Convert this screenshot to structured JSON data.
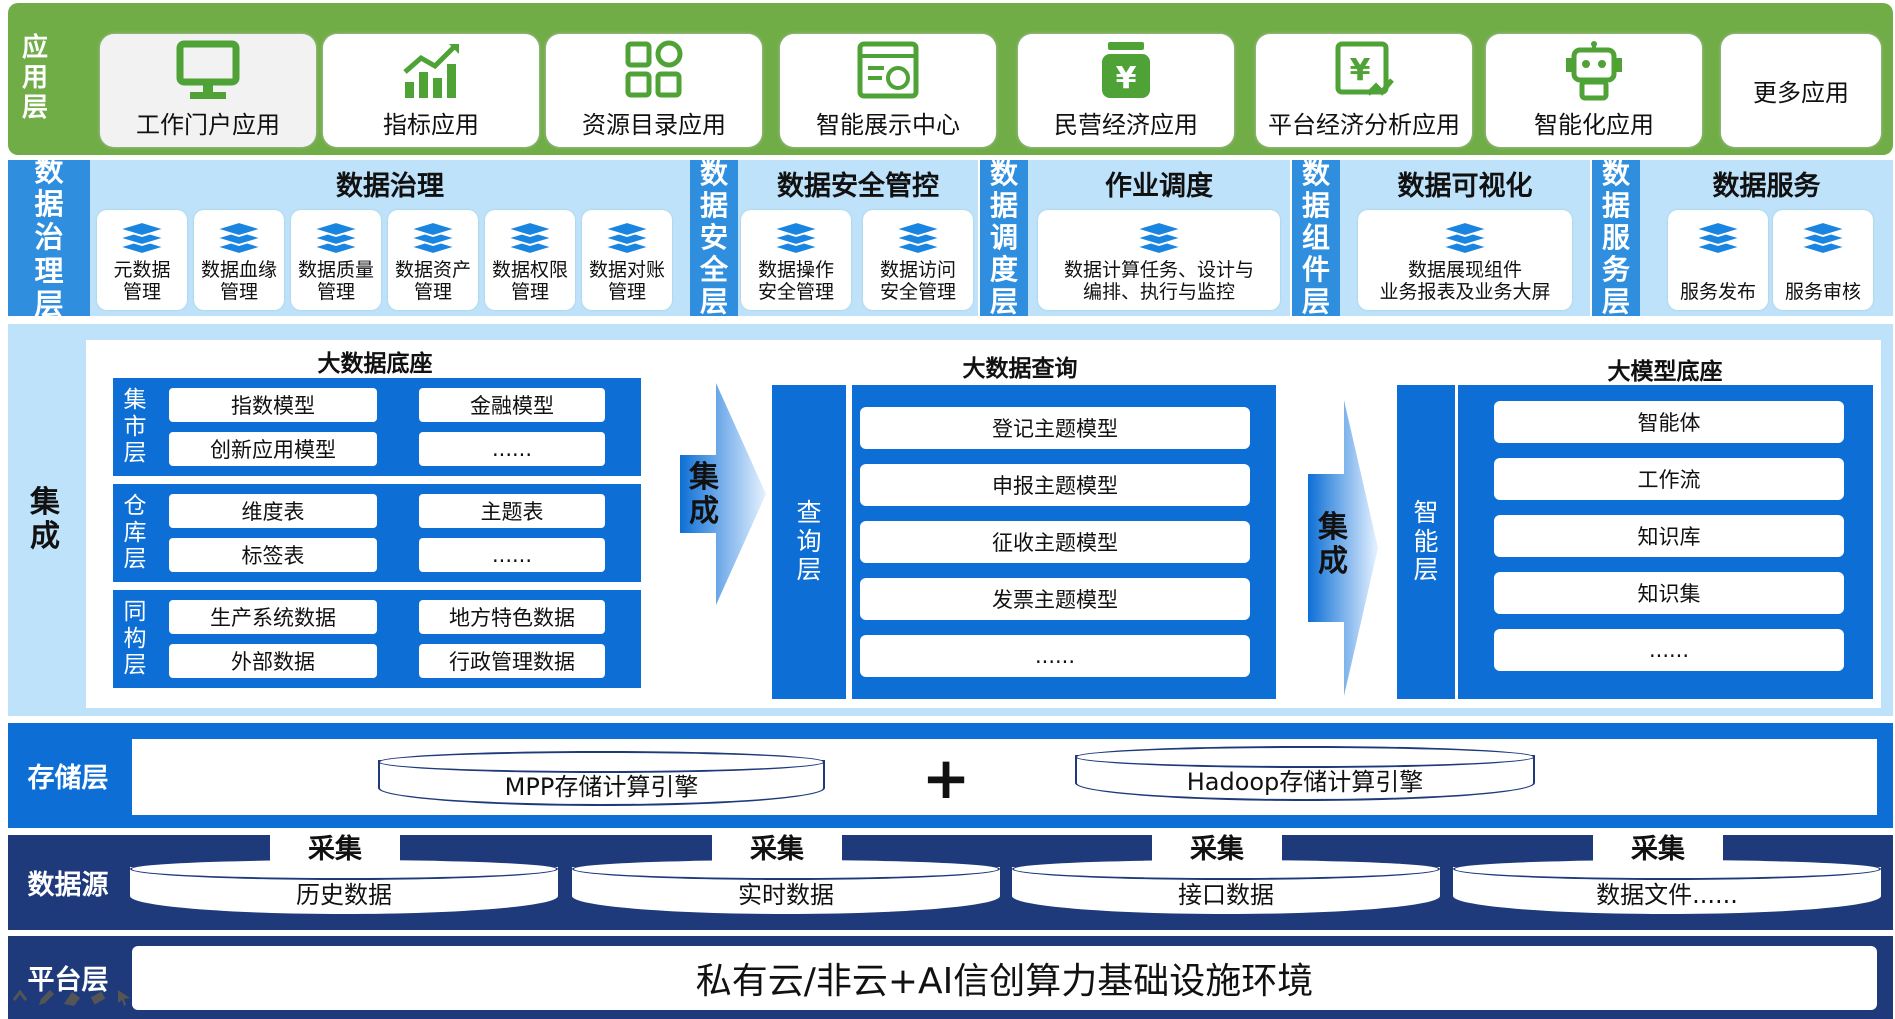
{
  "app_layer": {
    "label": "应用层",
    "cards": [
      "工作门户应用",
      "指标应用",
      "资源目录应用",
      "智能展示中心",
      "民营经济应用",
      "平台经济分析应用",
      "智能化应用",
      "更多应用"
    ]
  },
  "governance": {
    "main_label": "数据治理层",
    "sections": [
      {
        "title": "数据治理",
        "items": [
          "元数据\n管理",
          "数据血缘\n管理",
          "数据质量\n管理",
          "数据资产\n管理",
          "数据权限\n管理",
          "数据对账\n管理"
        ]
      },
      {
        "side_label": "数据安全层",
        "title": "数据安全管控",
        "items": [
          "数据操作\n安全管理",
          "数据访问\n安全管理"
        ]
      },
      {
        "side_label": "数据调度层",
        "title": "作业调度",
        "items": [
          "数据计算任务、设计与\n编排、执行与监控"
        ]
      },
      {
        "side_label": "数据组件层",
        "title": "数据可视化",
        "items": [
          "数据展现组件\n业务报表及业务大屏"
        ]
      },
      {
        "side_label": "数据服务层",
        "title": "数据服务",
        "items": [
          "服务发布",
          "服务审核"
        ]
      }
    ]
  },
  "integration": {
    "label": "集成",
    "bigdata_base": {
      "title": "大数据底座",
      "layers": [
        {
          "label": "集市层",
          "items": [
            "指数模型",
            "金融模型",
            "创新应用模型",
            "......"
          ]
        },
        {
          "label": "仓库层",
          "items": [
            "维度表",
            "主题表",
            "标签表",
            "......"
          ]
        },
        {
          "label": "同构层",
          "items": [
            "生产系统数据",
            "地方特色数据",
            "外部数据",
            "行政管理数据"
          ]
        }
      ]
    },
    "arrow1_label": "集成",
    "query": {
      "title": "大数据查询",
      "layer_label": "查询层",
      "items": [
        "登记主题模型",
        "申报主题模型",
        "征收主题模型",
        "发票主题模型",
        "......"
      ]
    },
    "arrow2_label": "集成",
    "llm": {
      "title": "大模型底座",
      "layer_label": "智能层",
      "items": [
        "智能体",
        "工作流",
        "知识库",
        "知识集",
        "......"
      ]
    }
  },
  "storage": {
    "label": "存储层",
    "engines": [
      "MPP存储计算引擎",
      "Hadoop存储计算引擎"
    ],
    "plus": "+"
  },
  "datasource": {
    "label": "数据源",
    "collect_label": "采集",
    "sources": [
      "历史数据",
      "实时数据",
      "接口数据",
      "数据文件......"
    ]
  },
  "platform": {
    "label": "平台层",
    "content": "私有云/非云+AI信创算力基础设施环境"
  },
  "colors": {
    "app_green": "#70ad47",
    "gov_blue": "#2f8fde",
    "gov_panel": "#bfe2fb",
    "int_blue": "#0d6fd6",
    "navy": "#1f3a7a"
  }
}
